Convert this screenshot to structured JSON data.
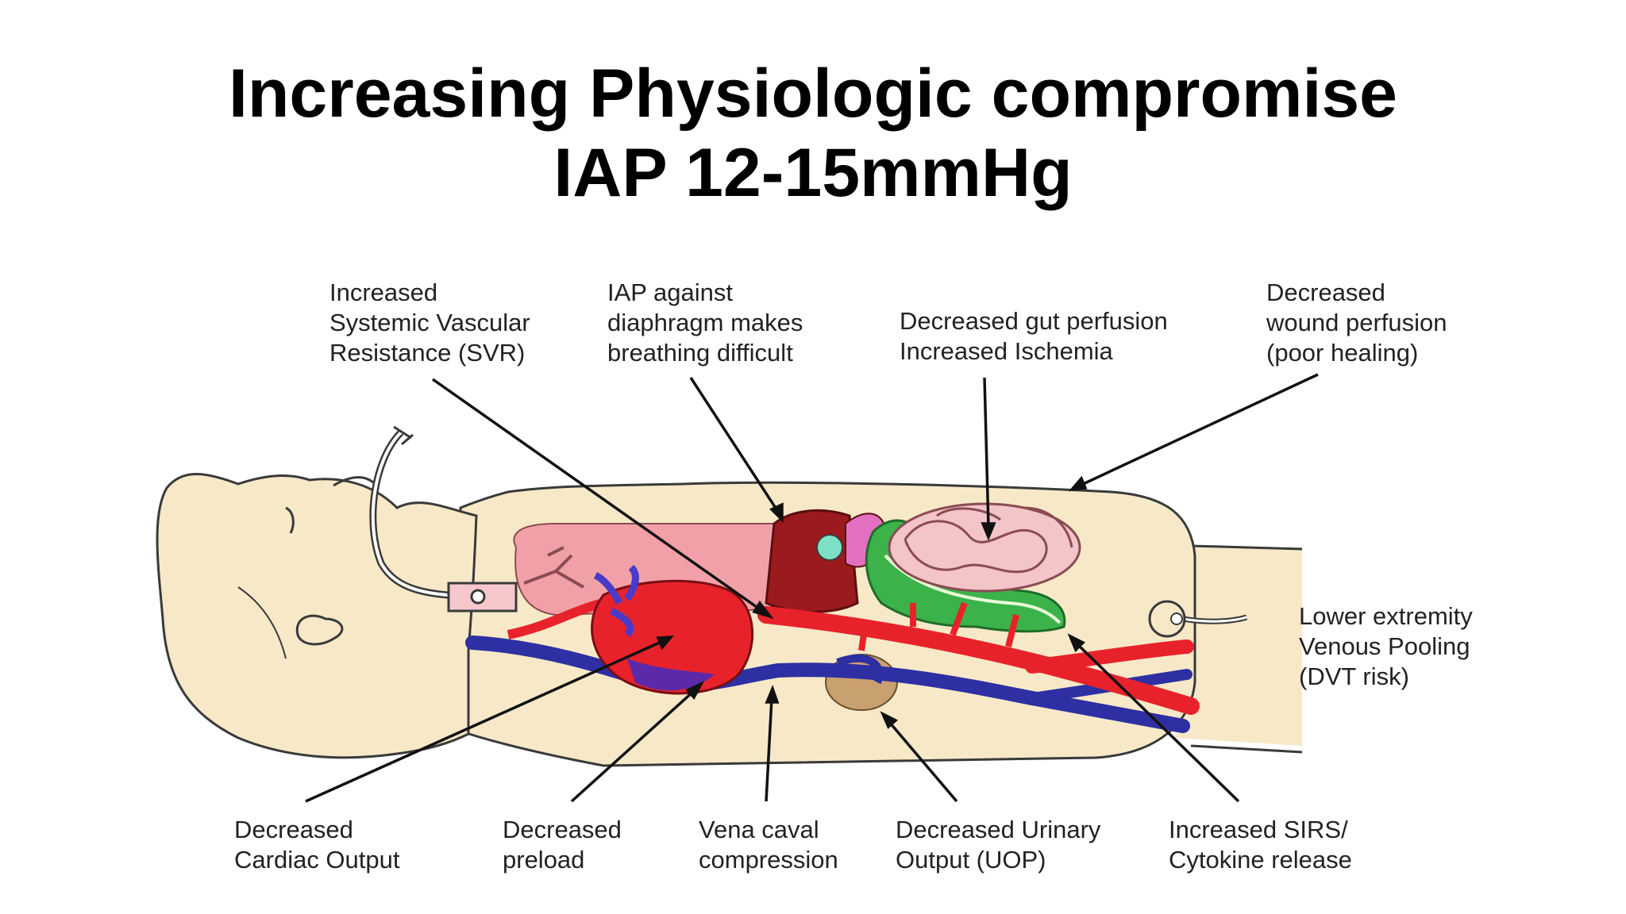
{
  "title": {
    "line1": "Increasing Physiologic compromise",
    "line2": "IAP 12-15mmHg"
  },
  "labels": {
    "svr": [
      "Increased",
      "Systemic Vascular",
      "Resistance (SVR)"
    ],
    "diaphragm": [
      "IAP against",
      "diaphragm makes",
      "breathing difficult"
    ],
    "gut": [
      "Decreased gut perfusion",
      "Increased Ischemia"
    ],
    "wound": [
      "Decreased",
      "wound perfusion",
      "(poor healing)"
    ],
    "dvt": [
      "Lower extremity",
      "Venous Pooling",
      "(DVT risk)"
    ],
    "cardiac": [
      "Decreased",
      "Cardiac Output"
    ],
    "preload": [
      "Decreased",
      "preload"
    ],
    "vena": [
      "Vena caval",
      "compression"
    ],
    "uop": [
      "Decreased Urinary",
      "Output (UOP)"
    ],
    "sirs": [
      "Increased SIRS/",
      "Cytokine release"
    ]
  },
  "colors": {
    "skin": "#f7e9c8",
    "skin_outline": "#3a3a3a",
    "artery": "#e8222b",
    "vein": "#2e2fa3",
    "lung": "#f2a0a8",
    "bowel": "#f3c4c8",
    "colon": "#3cb24a",
    "liver": "#9b1a1d",
    "bladder": "#c9a070"
  }
}
